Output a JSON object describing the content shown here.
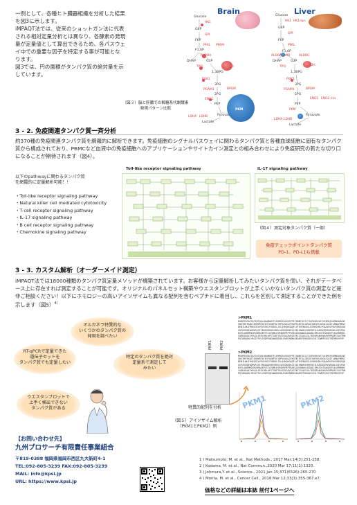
{
  "intro": {
    "lines": [
      "一例として、各種ヒト臓器組織を分析した結果",
      "を図3に示します。",
      "iMPAQT法では、従来のショットガン法に代表",
      "される相対定量分析とは異なり、各酵素の発現",
      "量が定量値として算出できるため、各パスウェ",
      "イ中での重要な因子を特定する事が可能とな",
      "ります。",
      "図3では、円の面積がタンパク質の絶対量を示",
      "しています。"
    ]
  },
  "fig3": {
    "brain_title": "Brain",
    "liver_title": "Liver",
    "caption_line1": "（図３）脳と肝臓での解糖系代謝酵素",
    "caption_line2": "発現パターン比較",
    "metabolites": [
      "Glucose",
      "G6P",
      "F6P",
      "F1,6P",
      "DHAP",
      "G3P",
      "1,3BPG",
      "3PG",
      "2PG",
      "PEP",
      "Pyruvate",
      "Lactate"
    ],
    "brain_enzymes": [
      "HK1",
      "GPI",
      "PFKL",
      "PFKM",
      "ALDOA",
      "TPI1",
      "GAPDH",
      "PGK1",
      "BPGM",
      "PGAM1",
      "ENO1",
      "PKM",
      "LDHA",
      "LDHB"
    ],
    "liver_enzymes": [
      "HK1",
      "HK1/sys",
      "GPI",
      "PFKL",
      "ALDOB",
      "ALDOA",
      "ALDOC",
      "TPI1",
      "GAPDH",
      "PGK1",
      "BPGM",
      "PGAM1",
      "ENO1",
      "ENO2 mis",
      "PKM",
      "LDHA",
      "LDHB"
    ]
  },
  "section2": {
    "heading": "3 - 2. 免疫関連タンパク質一斉分析",
    "body": "約370種の免疫関連タンパク質を網羅的に解析できます。免疫細胞のシグナルパスウェイに関わるタンパク質と各種血球細胞に固有なタンパク質から構成されており、PBMCなど血液中の免疫細胞へのアプリケーションやサイトカイン測定との組み合わせにより免疫研究の新たな切り口になることが期待されます（図4）。",
    "list_intro_line1": "以下のpathwayに関わるタンパク質",
    "list_intro_line2": "を網羅的に定量解析可能！！",
    "pathways": [
      "・Toll-like receptor signaling pathway",
      "・Natural killer cell mediated cytotoxicity",
      "・T cell receptor signaling pathway",
      "・IL-17 signaling pathway",
      "・B cell receptor signaling pathway",
      "・Chemokine signaling pathway"
    ],
    "map1_title": "Toll-like receptor signaling pathway",
    "map2_title": "IL-17 signaling pathway",
    "fig4_caption": "（図４）測定対象タンパク質（一部）",
    "checkpoint_line1": "免疫チェックポイントタンパク質",
    "checkpoint_line2": "PD-1、PD-L1も搭載"
  },
  "section3": {
    "heading": "3 - 3. カスタム解析（オーダーメイド測定）",
    "body": "iMPAQT法では18000種類のタンパク質定量メソッドが構築されています。お客様から定量解析してみたいタンパク質を伺い、それがデータベース上に存在すれば測定することが可能です。オリジナルのパネルセット構築やウエスタンブロットが上手くいかないタンパク質の測定など是非ご相談ください！以下にホモロジーの高いアイソザイムも異なる配列を含むペプチドに着目し、これらを区別して測定することができた例を示します（図5）",
    "ref_mark": "4）",
    "clouds": {
      "c1": "オルガネラ特異的な\nいくつかのタンパク質の\n発現を調べたい",
      "c2": "RT-qPCRで定量できた\n遺伝子セットを\nタンパク質でも定量したい",
      "c3": "特定のタンパク質を絶対\n定量系で測定して\nみたい",
      "c4": "ウエスタンブロットで\n上手く検出できない\nタンパク質がある"
    },
    "blot_label1": "PKM1",
    "blot_label2": "PKM2",
    "specific_seq": "特異的配列を分析",
    "seq1_title": ">PKM1",
    "seq2_title": ">PKM2",
    "seq1": "MSKPHSEAGTAFIQTQQLHAAMADTFLEHMCRLDIDSPPITARNTGIICTIGPASRSVETLKEMIKSGMNVARLNFSHGTHEYHAETIKNVRTATESFASDPILYRPVAVALDTKGPEIRTGLIKGSGTAEVELKKGATLKITLDNAYMEKCDENILWLDYKNICKVVEVGSKIYVDDGLISLQVKQKGADFLVTEVENGGSLGSKKGVNLPGAAVDLPAVSEKDIQDLKFGVEQDVDMVFASFIRKASDVHEVRKVLGEKGKNIKIISKIENHEGVRRFDEILEASDGIMVARGDLGIEIPAEKVFLAQKMMIGRCNRAGKPVICATQMLESMIKKPRPTRAEGSDVANAVLDGADCIMLSGETAKGDYPLEAVRMQHLIAREAEAAIYHLQLFEELRRLAPITSDPTEATAVGAVEASFKCCSGAIIVLTKSGRSAHQVARYRPRAPIIAVTRNPQTARQAHLYRGIFPVLCKDPVQEAWAEDVDLRVNFAMNVGKARGFFKKGDVVIVLTGWRPGSGFTNTMRVVPVP",
    "seq2": "MSKPHSEAGTAFIQTQQLHAAMADTFLEHMCRLDIDSPPITARNTGIICTIGPASRSVETLKEMIKSGMNVARLNFSHGTHEYHAETIKNVRTATESFASDPILYRPVAVALDTKGPEIRTGLIKGSGTAEVELKKGATLKITLDNAYMEKCDENILWLDYKNICKVVEVGSKIYVDDGLISLQVKQKGADFLVTEVENGGSLGSKKGVNLPGAAVDLPAVSEKDIQDLKFGVEQDVDMVFASFIRKAADVHEVRKVLGEKGKNIKIISKIENHEGVRRFDEILEASDGIMVARGDLGIEIPAEKVFLAQKMMIGRCNRAGKPVICATQMLESMIKKPRPTRAEGSDVANAVLDGADCIMLSGETAKGDYPLEAVRMQHLIAREAEAAIYHLQLFEELRRLAPITSDPTEATAVGAVEASFKCCSGAIIVLTKSGRSAHQVARYRPRAPIIAVTRNPQTARQAHLYRGIFPVLCKDPVQEAWAEDVDLRVNFAMNVGKARGFFKKGDVVIVLTGWRPGSGFTNTMRVVPVP",
    "fig5_caption_line1": "（図５）アイソザイム解析",
    "fig5_caption_line2": "（PKM1とPKM2）例",
    "chart_labels": [
      "PKM1",
      "PKM2"
    ]
  },
  "contact": {
    "heading": "【お問い合わせ先】",
    "company": "九州プロサーチ有限責任事業組合",
    "address": "〒819-0388 福岡県福岡市西区九大新町4-1",
    "tel": "TEL:092-805-3239  FAX:092-805-3239",
    "mail": "MAIL: info@kpsl.jp",
    "url": "URL: https://www.kpsl.jp"
  },
  "references": [
    "1 ) Matsumoto, M. et al., Nat Methods., 2017 Mar;14(3):251-258.",
    "2 ) Kodama, M. et al., Nat Commun.,2020 Mar 17;11(1):1320.",
    "3 ) Johmura,Y. et al., Science., 2021 Jan 15;371(6526):265-270",
    "4 ) Morita, M. et al., Cancer Cell., 2018 Mar 12;33(3):355-367.e7."
  ],
  "footer_note": "価格などの詳細は本誌 前付1ページへ",
  "colors": {
    "accent_red": "#d9262c",
    "heading_rule": "#bbbbbb",
    "brain_pink": "#f4a7b6",
    "liver_brown": "#c86a3a",
    "blob_blue": "#2a6fba",
    "cloud_orange": "#fde0b8",
    "checkpoint_red": "#c9302c"
  }
}
